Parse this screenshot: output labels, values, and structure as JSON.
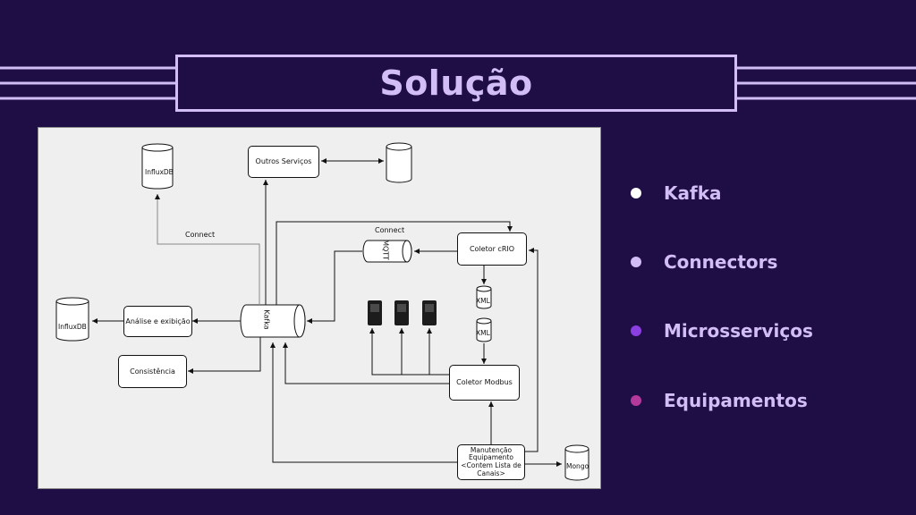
{
  "slide": {
    "title": "Solução",
    "accent_color": "#d2bdf7",
    "background_color": "#1f0e46"
  },
  "diagram": {
    "nodes": {
      "influx_top": "InfluxDB",
      "outros": "Outros Serviços",
      "analise": "Análise e exibição",
      "influx_left": "InfluxDB",
      "consistencia": "Consistência",
      "kafka": "Kafka",
      "mqtt": "MQTT",
      "crio": "Coletor cRIO",
      "xml1": "XML",
      "xml2": "XML",
      "modbus": "Coletor Modbus",
      "manut": "Manutenção Equipamento <Contem Lista de Canais>",
      "mongo": "Mongo"
    },
    "labels": {
      "connect_left": "Connect",
      "connect_mqtt": "Connect"
    }
  },
  "bullets": [
    {
      "label": "Kafka",
      "color": "#ffffff"
    },
    {
      "label": "Connectors",
      "color": "#d2bdf7"
    },
    {
      "label": "Microsserviços",
      "color": "#8b3fe0"
    },
    {
      "label": "Equipamentos",
      "color": "#b5399a"
    }
  ]
}
